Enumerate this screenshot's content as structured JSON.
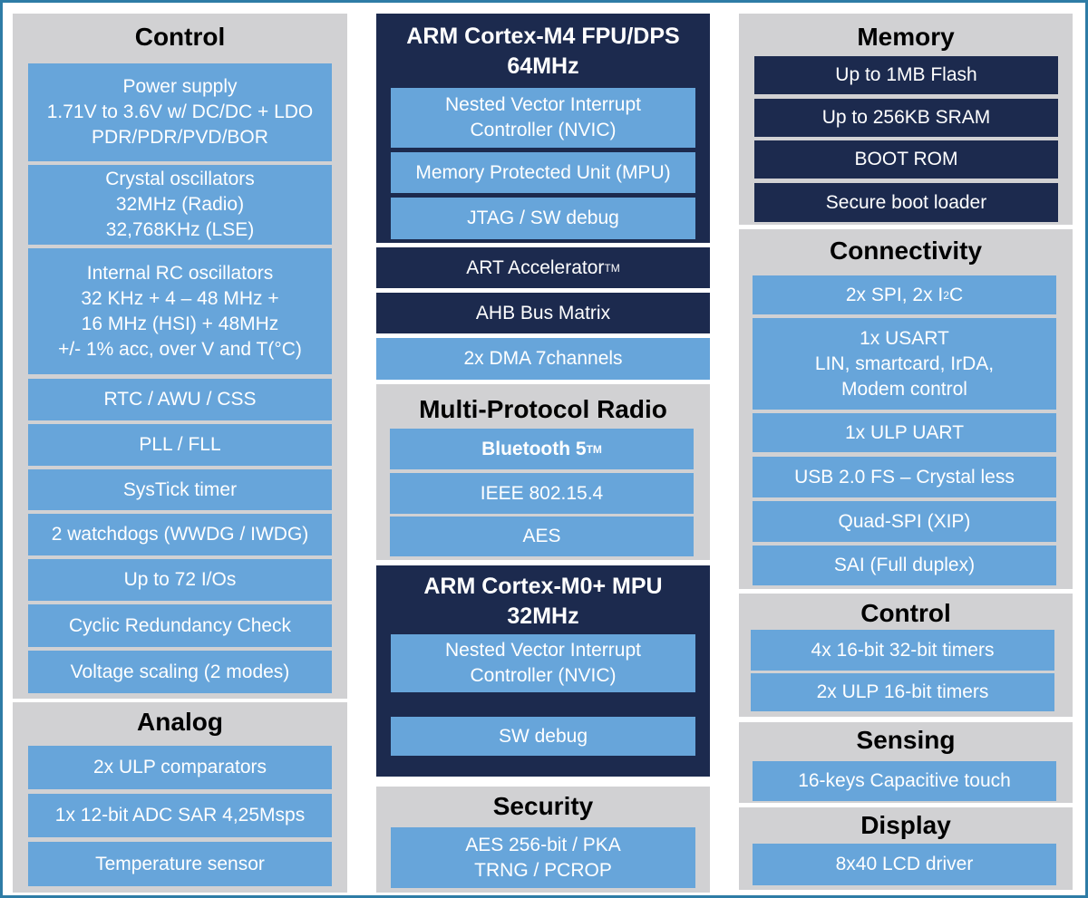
{
  "colors": {
    "frame": "#2e7ca6",
    "panel": "#d1d1d3",
    "block": "#67a5da",
    "dark": "#1c2a4e"
  },
  "left": {
    "control": {
      "title": "Control",
      "items": [
        "Power supply\n1.71V to 3.6V w/ DC/DC + LDO\nPDR/PDR/PVD/BOR",
        "Crystal oscillators\n32MHz (Radio)\n32,768KHz (LSE)",
        "Internal RC oscillators\n32 KHz + 4 – 48 MHz +\n16 MHz (HSI) + 48MHz\n+/- 1% acc, over V and T(°C)",
        "RTC / AWU / CSS",
        "PLL / FLL",
        "SysTick timer",
        "2 watchdogs (WWDG / IWDG)",
        "Up to 72 I/Os",
        "Cyclic Redundancy Check",
        "Voltage scaling (2 modes)"
      ]
    },
    "analog": {
      "title": "Analog",
      "items": [
        "2x ULP comparators",
        "1x 12-bit ADC SAR 4,25Msps",
        "Temperature sensor"
      ]
    }
  },
  "middle": {
    "m4": {
      "title1": "ARM Cortex-M4 FPU/DPS",
      "title2": "64MHz",
      "items": [
        "Nested Vector Interrupt\nController (NVIC)",
        "Memory Protected Unit (MPU)",
        "JTAG / SW debug"
      ]
    },
    "art": {
      "label": "ART Accelerator",
      "sup": "TM"
    },
    "ahb": "AHB Bus Matrix",
    "dma": "2x DMA 7channels",
    "radio": {
      "title": "Multi-Protocol Radio",
      "bt": "Bluetooth 5",
      "bt_sup": "TM",
      "items": [
        "IEEE 802.15.4",
        "AES"
      ]
    },
    "m0": {
      "title1": "ARM Cortex-M0+ MPU",
      "title2": "32MHz",
      "items": [
        "Nested Vector Interrupt\nController (NVIC)",
        "SW debug"
      ]
    },
    "security": {
      "title": "Security",
      "items": [
        "AES 256-bit / PKA\nTRNG / PCROP"
      ]
    }
  },
  "right": {
    "memory": {
      "title": "Memory",
      "items": [
        "Up to 1MB Flash",
        "Up to 256KB SRAM",
        "BOOT ROM",
        "Secure boot loader"
      ]
    },
    "connectivity": {
      "title": "Connectivity",
      "spi": "2x SPI, 2x I",
      "spi_sup": "2",
      "spi_end": "C",
      "items": [
        "1x USART\nLIN, smartcard, IrDA,\nModem control",
        "1x ULP UART",
        "USB 2.0 FS – Crystal less",
        "Quad-SPI (XIP)",
        "SAI (Full duplex)"
      ]
    },
    "control": {
      "title": "Control",
      "items": [
        "4x 16-bit 32-bit timers",
        "2x ULP 16-bit timers"
      ]
    },
    "sensing": {
      "title": "Sensing",
      "items": [
        "16-keys Capacitive touch"
      ]
    },
    "display": {
      "title": "Display",
      "items": [
        "8x40 LCD driver"
      ]
    }
  }
}
